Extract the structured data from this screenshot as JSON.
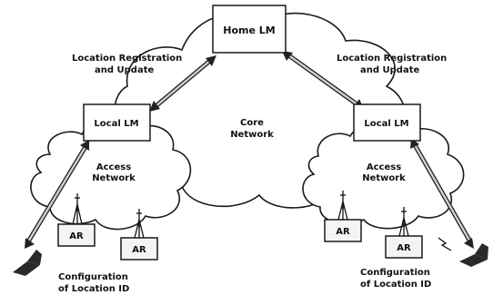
{
  "nodes": {
    "home_lm": "Home LM",
    "local_lm_left": "Local LM",
    "local_lm_right": "Local LM",
    "ar_left_1": "AR",
    "ar_left_2": "AR",
    "ar_right_1": "AR",
    "ar_right_2": "AR"
  },
  "clouds": {
    "core_line1": "Core",
    "core_line2": "Network",
    "access_left_line1": "Access",
    "access_left_line2": "Network",
    "access_right_line1": "Access",
    "access_right_line2": "Network"
  },
  "labels": {
    "reg_left_line1": "Location Registration",
    "reg_left_line2": "and Update",
    "reg_right_line1": "Location Registration",
    "reg_right_line2": "and Update",
    "config_left_line1": "Configuration",
    "config_left_line2": "of Location ID",
    "config_right_line1": "Configuration",
    "config_right_line2": "of Location ID"
  }
}
